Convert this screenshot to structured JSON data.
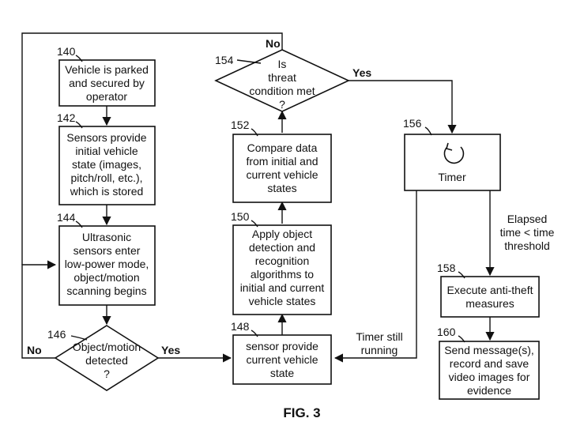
{
  "nodes": {
    "n140": {
      "ref": "140",
      "lines": [
        "Vehicle is parked",
        "and secured by",
        "operator"
      ]
    },
    "n142": {
      "ref": "142",
      "lines": [
        "Sensors provide",
        "initial vehicle",
        "state (images,",
        "pitch/roll, etc.),",
        "which is stored"
      ]
    },
    "n144": {
      "ref": "144",
      "lines": [
        "Ultrasonic",
        "sensors enter",
        "low-power mode,",
        "object/motion",
        "scanning begins"
      ]
    },
    "n146": {
      "ref": "146",
      "lines": [
        "Object/motion",
        "detected",
        "?"
      ]
    },
    "n148": {
      "ref": "148",
      "lines": [
        "sensor provide",
        "current vehicle",
        "state"
      ]
    },
    "n150": {
      "ref": "150",
      "lines": [
        "Apply object",
        "detection and",
        "recognition",
        "algorithms to",
        "initial and current",
        "vehicle states"
      ]
    },
    "n152": {
      "ref": "152",
      "lines": [
        "Compare data",
        "from initial and",
        "current vehicle",
        "states"
      ]
    },
    "n154": {
      "ref": "154",
      "lines": [
        "Is",
        "threat",
        "condition met",
        "?"
      ]
    },
    "n156": {
      "ref": "156",
      "lines": [
        "Timer"
      ]
    },
    "n158": {
      "ref": "158",
      "lines": [
        "Execute anti-theft",
        "measures"
      ]
    },
    "n160": {
      "ref": "160",
      "lines": [
        "Send message(s),",
        "record and save",
        "video images for",
        "evidence"
      ]
    }
  },
  "edge_labels": {
    "no_146": "No",
    "yes_146": "Yes",
    "no_154": "No",
    "yes_154": "Yes",
    "timer_running": [
      "Timer still",
      "running"
    ],
    "elapsed": [
      "Elapsed",
      "time < time",
      "threshold"
    ]
  },
  "caption": "FIG. 3"
}
